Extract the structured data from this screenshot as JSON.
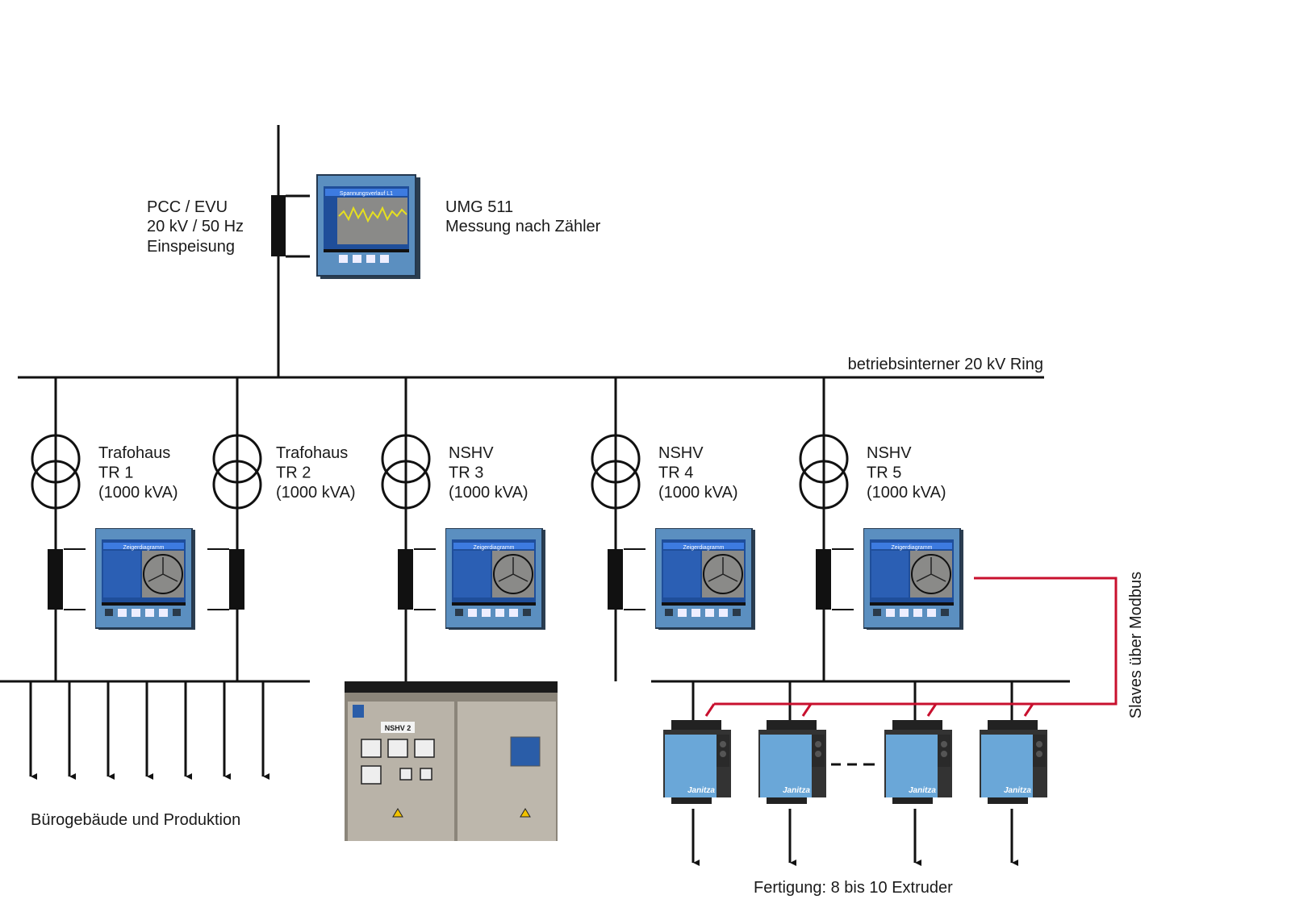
{
  "colors": {
    "line": "#111111",
    "modbus": "#c8102e",
    "meter_blue": "#4a86b8",
    "screen_bg": "#2a5da8"
  },
  "pcc": {
    "lines": [
      "PCC / EVU",
      "20 kV / 50 Hz",
      "Einspeisung"
    ]
  },
  "main_meter": {
    "lines": [
      "UMG 511",
      "Messung nach Zähler"
    ],
    "screen_title": "Spannungsverlauf L1"
  },
  "ring": {
    "label": "betriebsinterner 20 kV Ring"
  },
  "transformers": [
    {
      "lines": [
        "Trafohaus",
        "TR 1",
        "(1000 kVA)"
      ]
    },
    {
      "lines": [
        "Trafohaus",
        "TR 2",
        "(1000 kVA)"
      ]
    },
    {
      "lines": [
        "NSHV",
        "TR 3",
        "(1000 kVA)"
      ]
    },
    {
      "lines": [
        "NSHV",
        "TR 4",
        "(1000 kVA)"
      ]
    },
    {
      "lines": [
        "NSHV",
        "TR 5",
        "(1000 kVA)"
      ]
    }
  ],
  "meter_screen_title": "Zeigerdiagramm",
  "photo": {
    "panel_label": "NSHV 2"
  },
  "slave_brand": "Janitza",
  "modbus_label": "Slaves über Modbus",
  "office_label": "Bürogebäude und Produktion",
  "production_label": "Fertigung: 8 bis 10 Extruder"
}
